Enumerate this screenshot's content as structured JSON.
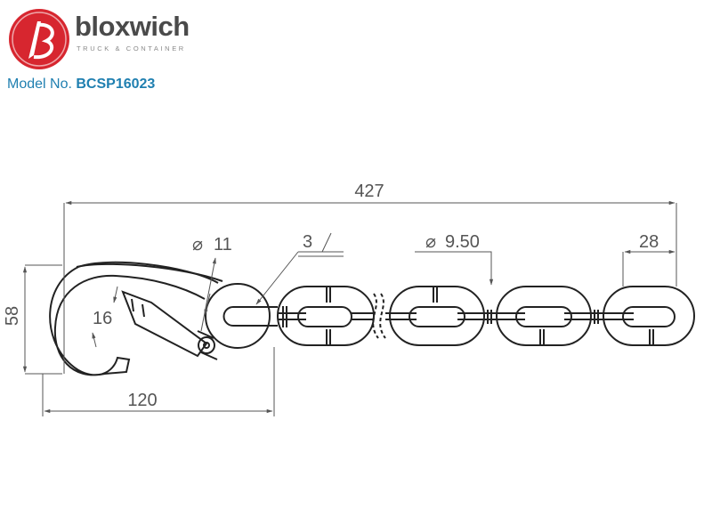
{
  "brand": {
    "name": "bloxwich",
    "tagline": "TRUCK & CONTAINER",
    "logo_color": "#d7262f"
  },
  "model": {
    "label": "Model No.",
    "number": "BCSP16023",
    "color": "#1f7fb0"
  },
  "dimensions": {
    "overall_length": "427",
    "hook_eye_diameter": "11",
    "weld_note": "3",
    "wire_diameter": "9.50",
    "link_pitch": "28",
    "hook_height": "58",
    "hook_gap": "16",
    "hook_length": "120"
  }
}
